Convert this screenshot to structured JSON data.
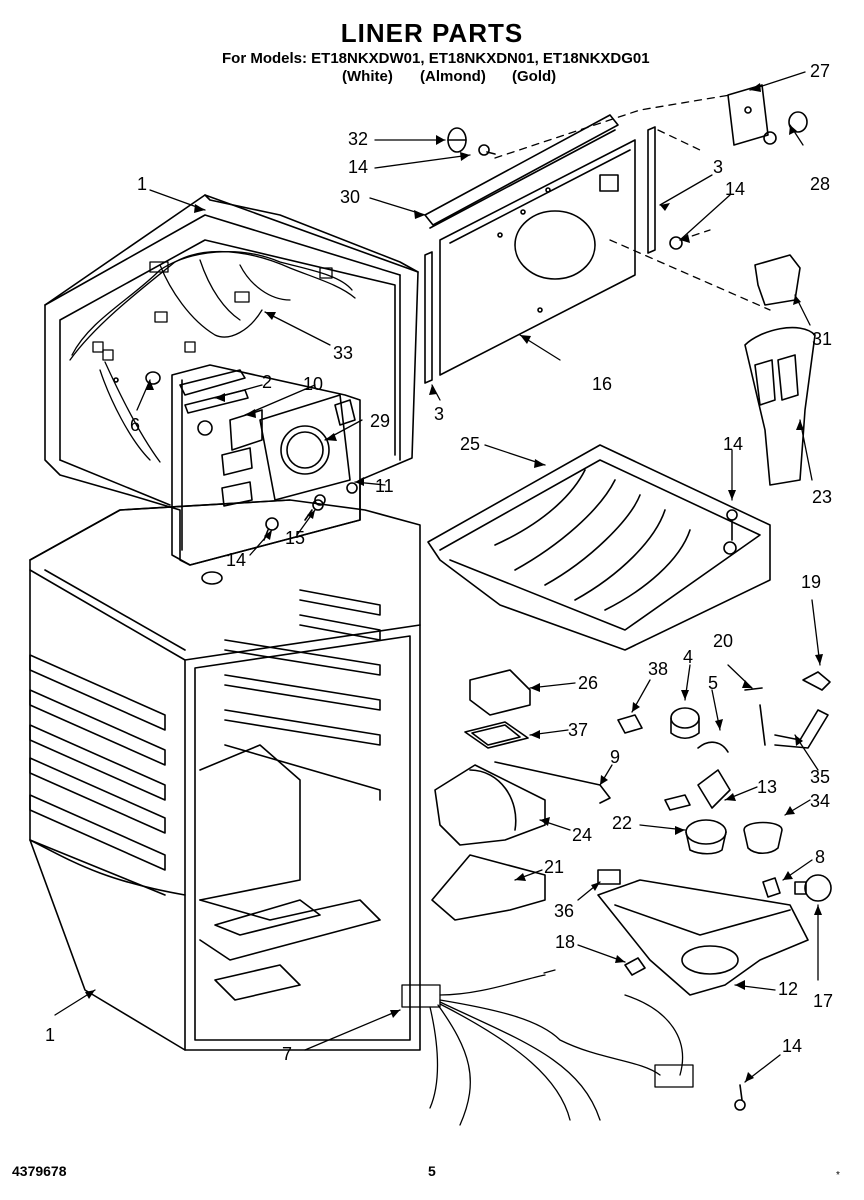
{
  "header": {
    "title": "LINER PARTS",
    "models": "For Models: ET18NKXDW01, ET18NKXDN01, ET18NKXDG01",
    "colors": [
      "(White)",
      "(Almond)",
      "(Gold)"
    ]
  },
  "callouts": [
    {
      "id": "c27",
      "label": "27"
    },
    {
      "id": "c32",
      "label": "32"
    },
    {
      "id": "c14a",
      "label": "14"
    },
    {
      "id": "c28",
      "label": "28"
    },
    {
      "id": "c1a",
      "label": "1"
    },
    {
      "id": "c30",
      "label": "30"
    },
    {
      "id": "c3a",
      "label": "3"
    },
    {
      "id": "c14b",
      "label": "14"
    },
    {
      "id": "c31",
      "label": "31"
    },
    {
      "id": "c33",
      "label": "33"
    },
    {
      "id": "c2",
      "label": "2"
    },
    {
      "id": "c10",
      "label": "10"
    },
    {
      "id": "c6",
      "label": "6"
    },
    {
      "id": "c29",
      "label": "29"
    },
    {
      "id": "c16",
      "label": "16"
    },
    {
      "id": "c3b",
      "label": "3"
    },
    {
      "id": "c23",
      "label": "23"
    },
    {
      "id": "c25",
      "label": "25"
    },
    {
      "id": "c14c",
      "label": "14"
    },
    {
      "id": "c11",
      "label": "11"
    },
    {
      "id": "c14d",
      "label": "14"
    },
    {
      "id": "c15",
      "label": "15"
    },
    {
      "id": "c19",
      "label": "19"
    },
    {
      "id": "c20",
      "label": "20"
    },
    {
      "id": "c38",
      "label": "38"
    },
    {
      "id": "c4",
      "label": "4"
    },
    {
      "id": "c26",
      "label": "26"
    },
    {
      "id": "c5",
      "label": "5"
    },
    {
      "id": "c37",
      "label": "37"
    },
    {
      "id": "c9",
      "label": "9"
    },
    {
      "id": "c35",
      "label": "35"
    },
    {
      "id": "c13",
      "label": "13"
    },
    {
      "id": "c34",
      "label": "34"
    },
    {
      "id": "c24",
      "label": "24"
    },
    {
      "id": "c22",
      "label": "22"
    },
    {
      "id": "c8",
      "label": "8"
    },
    {
      "id": "c21",
      "label": "21"
    },
    {
      "id": "c36",
      "label": "36"
    },
    {
      "id": "c18",
      "label": "18"
    },
    {
      "id": "c12",
      "label": "12"
    },
    {
      "id": "c17",
      "label": "17"
    },
    {
      "id": "c1b",
      "label": "1"
    },
    {
      "id": "c7",
      "label": "7"
    },
    {
      "id": "c14e",
      "label": "14"
    }
  ],
  "footer": {
    "doc_number": "4379678",
    "page": "5",
    "mark": "*"
  }
}
